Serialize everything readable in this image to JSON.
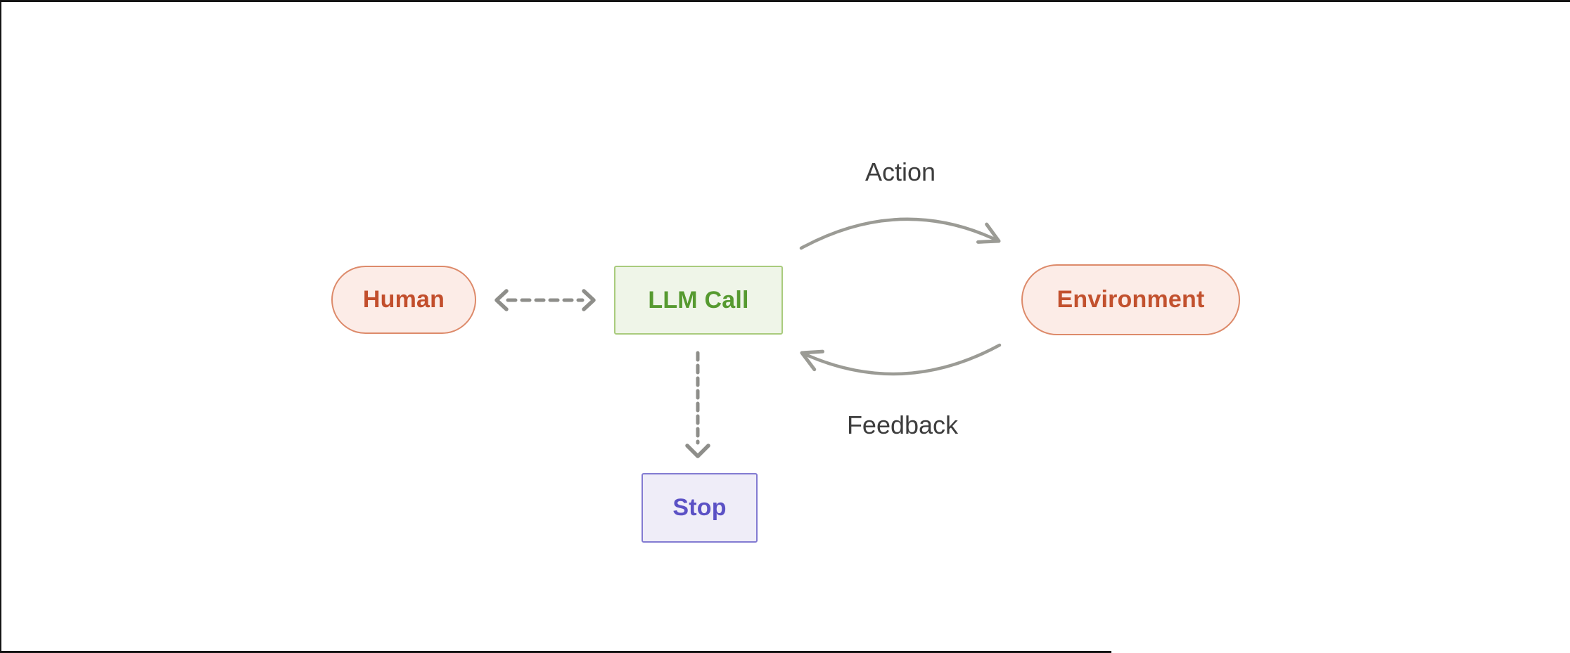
{
  "diagram": {
    "title": "Agent loop diagram",
    "nodes": {
      "human": {
        "label": "Human",
        "shape": "pill",
        "fill": "#fcece7",
        "border_color": "#dd8a6a",
        "text_color": "#c24e2c"
      },
      "llm_call": {
        "label": "LLM Call",
        "shape": "rectangle",
        "fill": "#eff5e8",
        "border_color": "#a9cb7d",
        "text_color": "#569a30"
      },
      "environment": {
        "label": "Environment",
        "shape": "pill",
        "fill": "#fcece7",
        "border_color": "#dd8a6a",
        "text_color": "#c2512e"
      },
      "stop": {
        "label": "Stop",
        "shape": "rectangle",
        "fill": "#efedf8",
        "border_color": "#837bd2",
        "text_color": "#5b51c5"
      }
    },
    "edge_labels": {
      "action": "Action",
      "feedback": "Feedback"
    },
    "edges": [
      {
        "from": "Human",
        "to": "LLM Call",
        "style": "dashed",
        "arrows": "both",
        "label": ""
      },
      {
        "from": "LLM Call",
        "to": "Environment",
        "style": "solid-curve",
        "arrows": "end",
        "label": "Action"
      },
      {
        "from": "Environment",
        "to": "LLM Call",
        "style": "solid-curve",
        "arrows": "end",
        "label": "Feedback"
      },
      {
        "from": "LLM Call",
        "to": "Stop",
        "style": "dashed",
        "arrows": "end",
        "label": ""
      }
    ],
    "colors": {
      "background": "#ffffff",
      "solid_arrow": "#9b9b95",
      "dashed_arrow": "#8e8e8a",
      "edge_label_text": "#3d3d3d",
      "frame_line": "#151515"
    }
  }
}
